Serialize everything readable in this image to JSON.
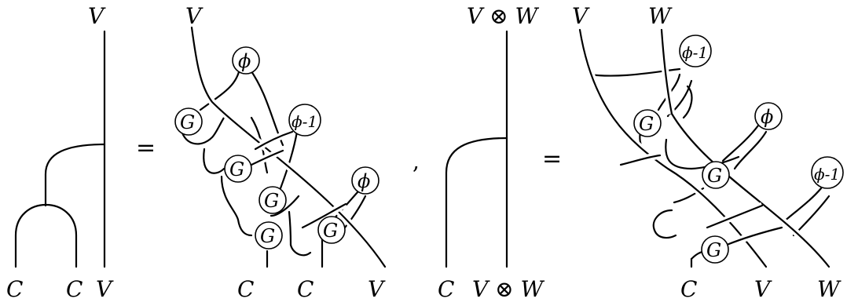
{
  "labels": {
    "V": "V",
    "W": "W",
    "C": "C",
    "VW": "V ⊗ W",
    "equals": "=",
    "comma": ",",
    "G": "G",
    "phi": "ϕ",
    "phi_inv": "ϕ-1"
  }
}
